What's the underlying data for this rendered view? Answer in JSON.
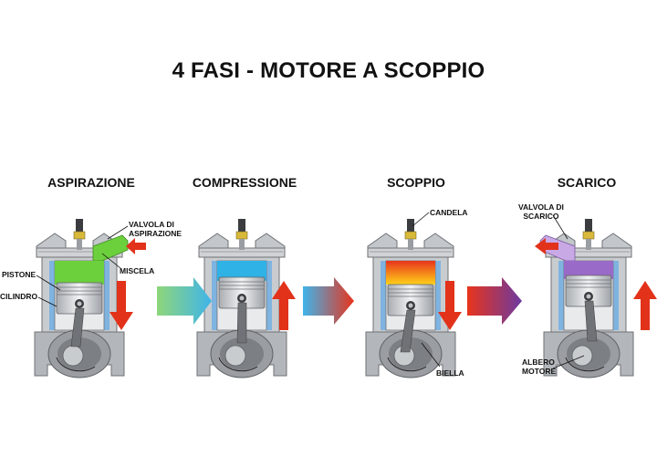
{
  "title": "4 FASI - MOTORE A SCOPPIO",
  "phases": [
    {
      "name": "ASPIRAZIONE",
      "chamber_color": "#6ccf3c",
      "stroke": "down"
    },
    {
      "name": "COMPRESSIONE",
      "chamber_color": "#2fb2e6",
      "stroke": "up"
    },
    {
      "name": "SCOPPIO",
      "chamber_color": "#f4a300",
      "stroke": "down"
    },
    {
      "name": "SCARICO",
      "chamber_color": "#9a6ac8",
      "stroke": "up"
    }
  ],
  "labels": {
    "valvola_aspirazione_1": "VALVOLA DI",
    "valvola_aspirazione_2": "ASPIRAZIONE",
    "miscela": "MISCELA",
    "pistone": "PISTONE",
    "cilindro": "CILINDRO",
    "candela": "CANDELA",
    "biella": "BIELLA",
    "valvola_scarico_1": "VALVOLA DI",
    "valvola_scarico_2": "SCARICO",
    "albero_1": "ALBERO",
    "albero_2": "MOTORE"
  },
  "colors": {
    "arrow_red": "#e2321a",
    "engine_gray": "#b9bcc0",
    "engine_dark": "#6f7276",
    "coolant_blue": "#7fb3e0"
  }
}
